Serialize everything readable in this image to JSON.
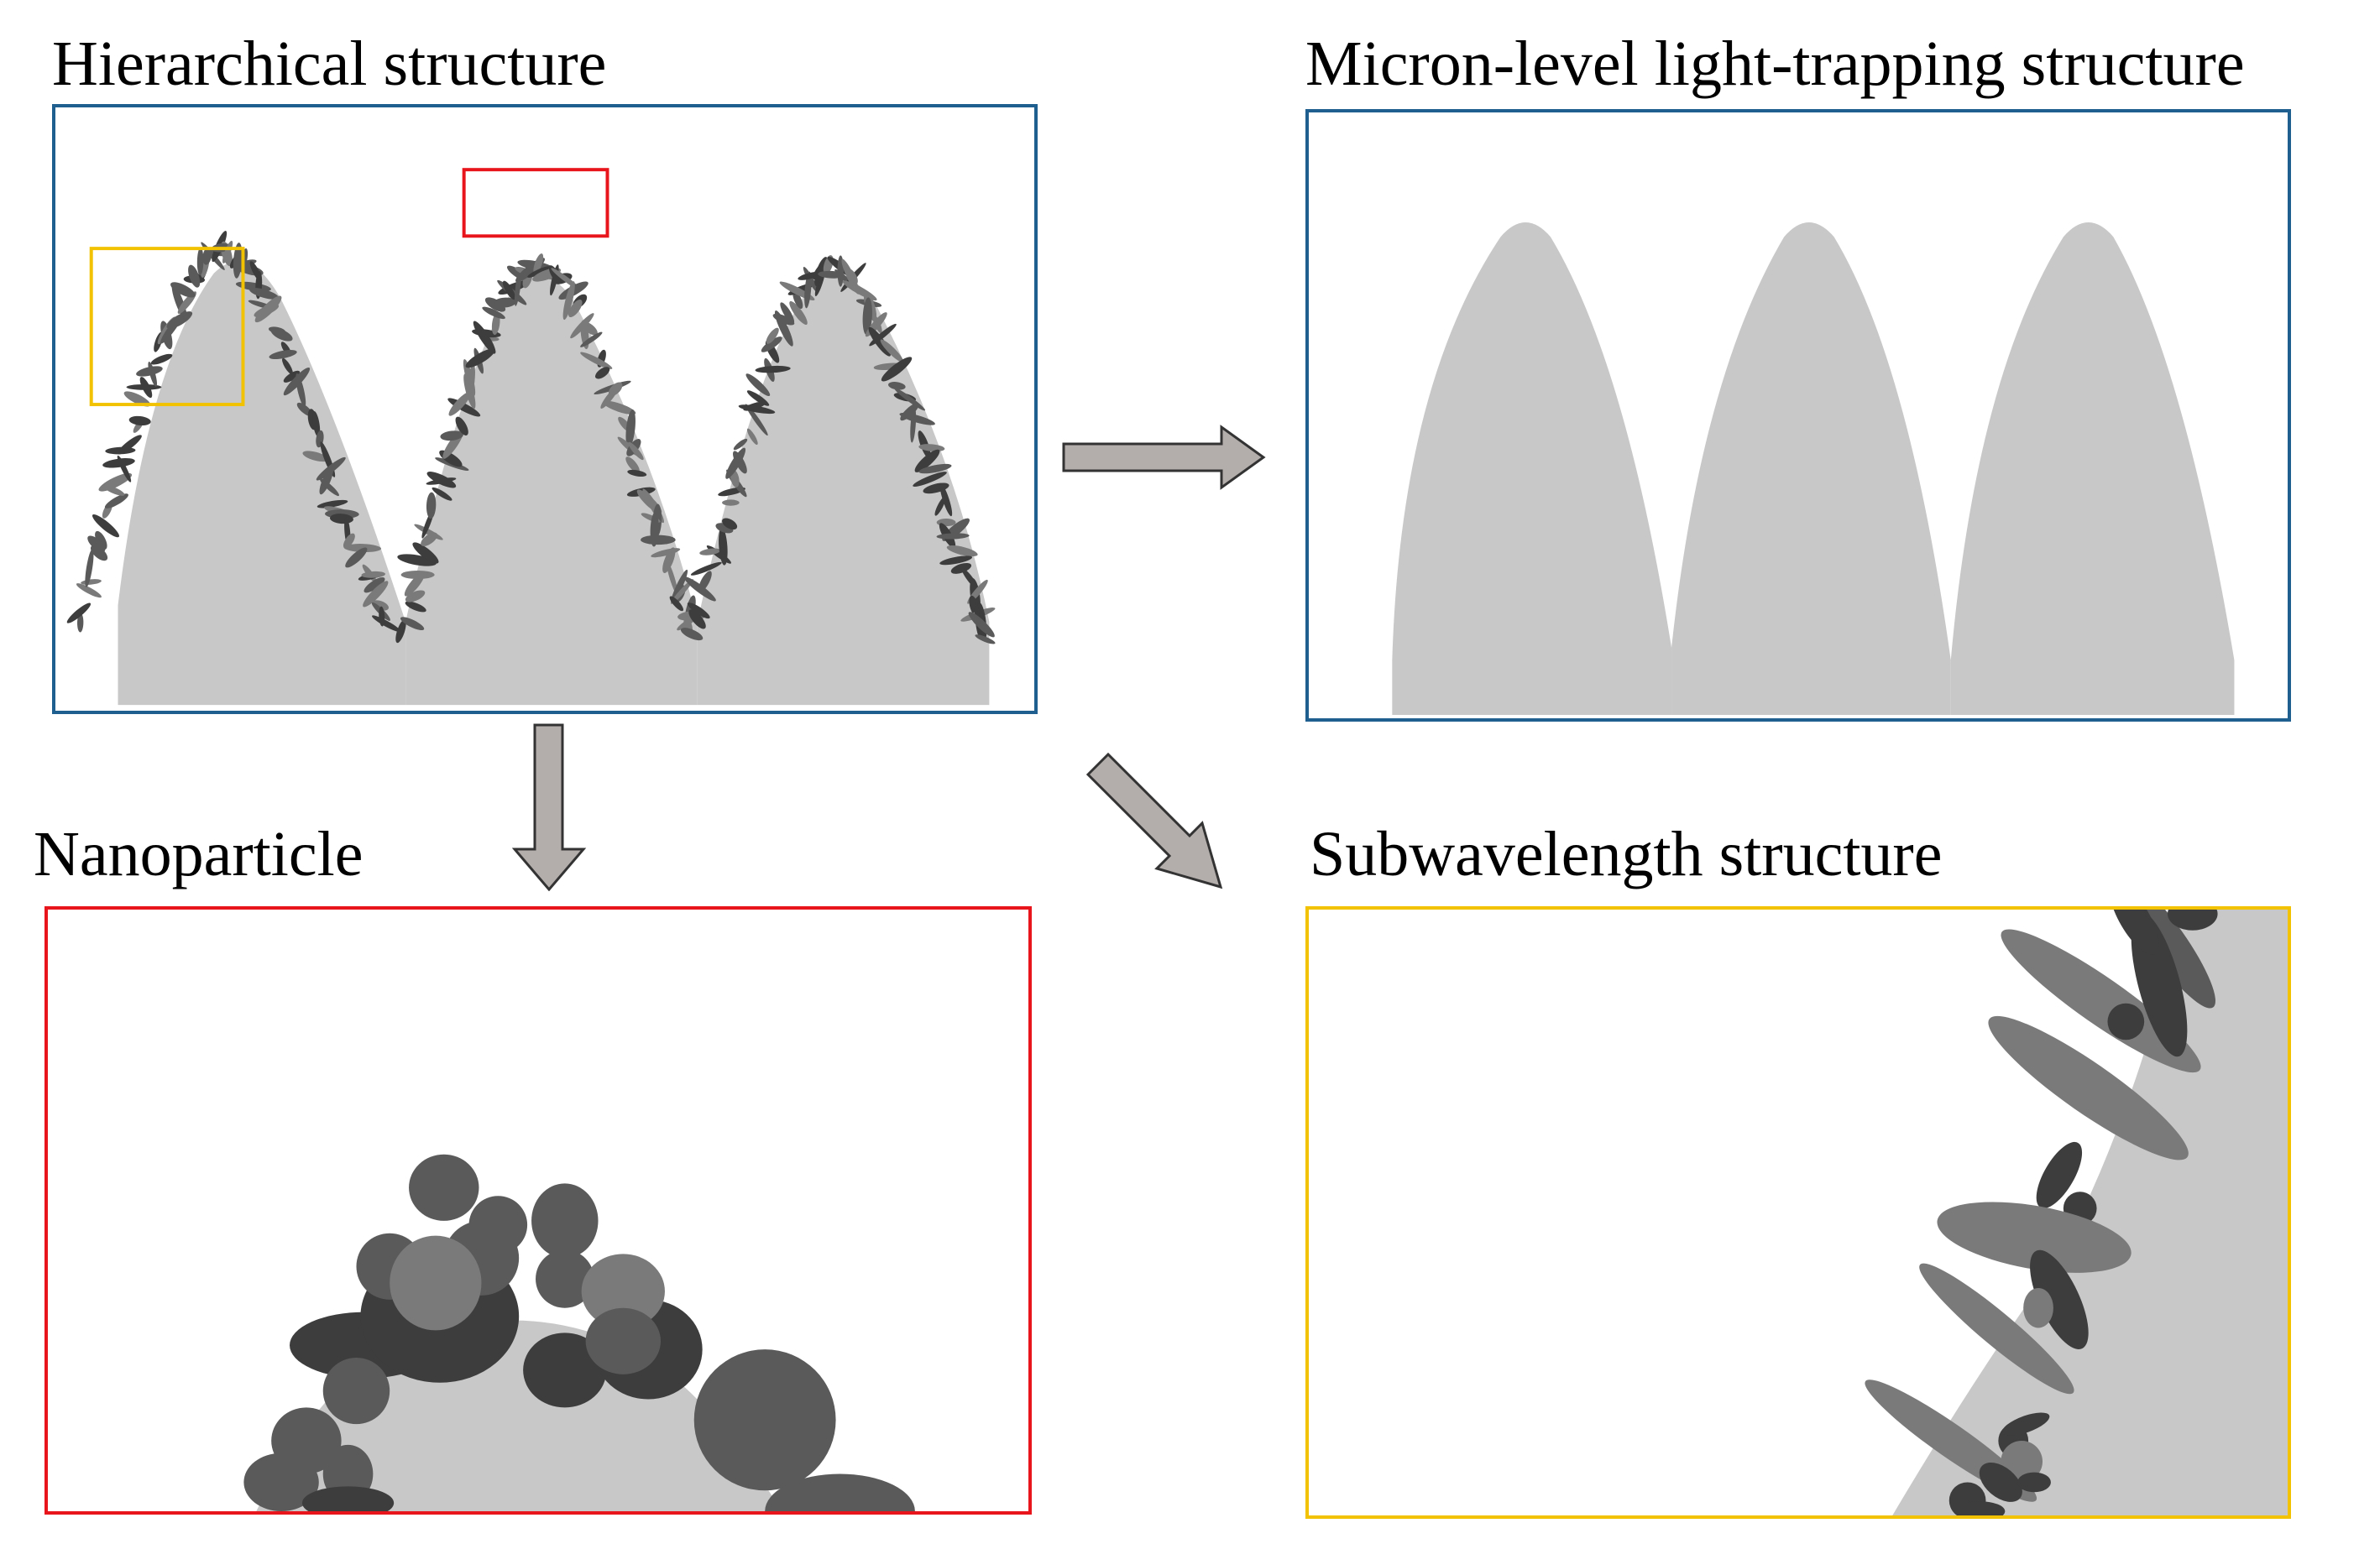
{
  "panels": {
    "hierarchical": {
      "title": "Hierarchical structure"
    },
    "micron": {
      "title": "Micron-level light-trapping structure"
    },
    "nanoparticle": {
      "title": "Nanoparticle"
    },
    "subwavelength": {
      "title": "Subwavelength structure"
    }
  },
  "colors": {
    "substrate": "#c8c8c8",
    "particle_dark": "#3d3d3d",
    "particle_mid": "#5a5a5a",
    "particle_light": "#7a7a7a",
    "hierarchical_border": "#1f5f8f",
    "micron_border": "#1f5f8f",
    "nanoparticle_border": "#e8161c",
    "subwavelength_border": "#f2c200",
    "zoom_box_red": "#e8161c",
    "zoom_box_yellow": "#f2c200",
    "arrow_fill": "#b3adab",
    "arrow_stroke": "#333333"
  },
  "arrows": [
    {
      "from": "hierarchical",
      "to": "micron",
      "direction": "right"
    },
    {
      "from": "hierarchical",
      "to": "nanoparticle",
      "direction": "down"
    },
    {
      "from": "hierarchical",
      "to": "subwavelength",
      "direction": "down-right"
    }
  ]
}
